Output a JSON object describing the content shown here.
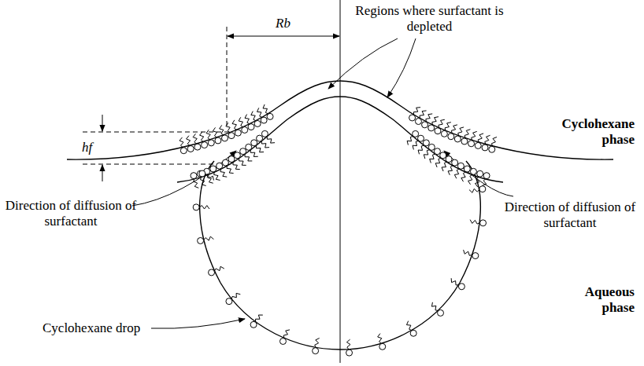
{
  "diagram": {
    "labels": [
      "Regions where surfactant is depleted",
      "Rb",
      "hf",
      "Cyclohexane phase",
      "Direction of diffusion of surfactant",
      "Direction of diffusion of surfactant",
      "Aqueous phase",
      "Cyclohexane drop"
    ]
  }
}
